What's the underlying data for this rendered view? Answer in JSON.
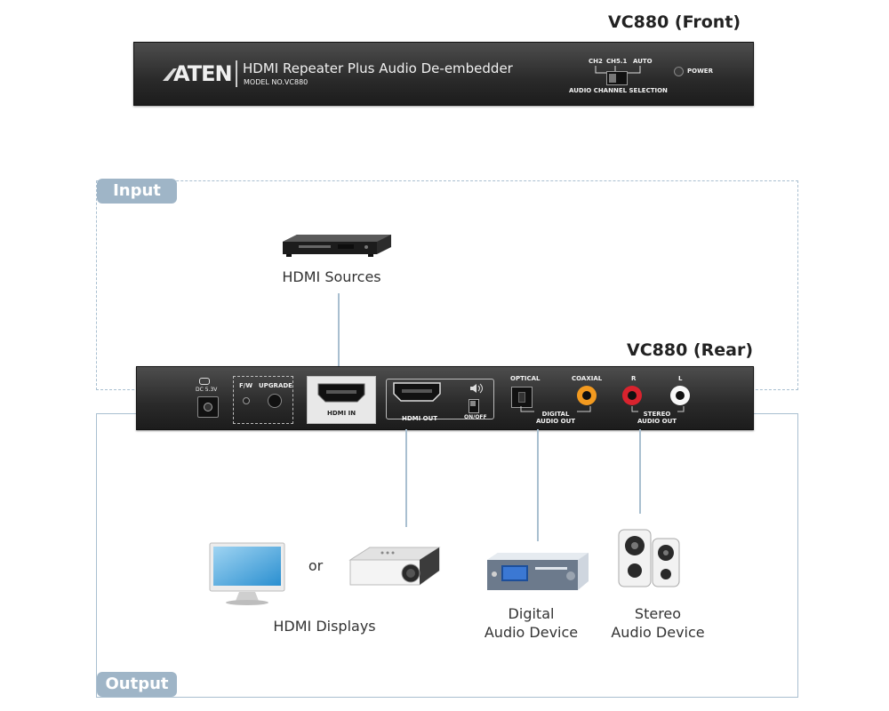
{
  "front": {
    "title": "VC880 (Front)",
    "brand": "ATEN",
    "product_name": "HDMI Repeater Plus Audio De-embedder",
    "model": "MODEL NO.VC880",
    "switch_options": [
      "CH2",
      "CH5.1",
      "AUTO"
    ],
    "switch_label": "AUDIO CHANNEL SELECTION",
    "power_label": "POWER"
  },
  "rear": {
    "title": "VC880 (Rear)",
    "dc_label": "DC 5.3V",
    "fw_label": "F/W",
    "upgrade_label": "UPGRADE",
    "hdmi_in_label": "HDMI IN",
    "hdmi_out_label": "HDMI OUT",
    "onoff_label": "ON/OFF",
    "optical_label": "OPTICAL",
    "coaxial_label": "COAXIAL",
    "digital_label": "DIGITAL\nAUDIO OUT",
    "r_label": "R",
    "l_label": "L",
    "stereo_label": "STEREO\nAUDIO OUT"
  },
  "input": {
    "tab": "Input",
    "source_caption": "HDMI Sources"
  },
  "output": {
    "tab": "Output",
    "or_text": "or",
    "displays_caption": "HDMI Displays",
    "digital_caption": "Digital\nAudio Device",
    "stereo_caption": "Stereo\nAudio Device"
  },
  "colors": {
    "panel": "#2e2e2e",
    "frame": "#a9bfd0",
    "tab": "#9fb5c7",
    "coaxial": "#f39a1f",
    "r_jack": "#d9232e",
    "l_jack": "#ffffff"
  },
  "icons": [
    "dvd-player-icon",
    "monitor-icon",
    "projector-icon",
    "audio-receiver-icon",
    "speakers-icon",
    "speaker-icon"
  ]
}
